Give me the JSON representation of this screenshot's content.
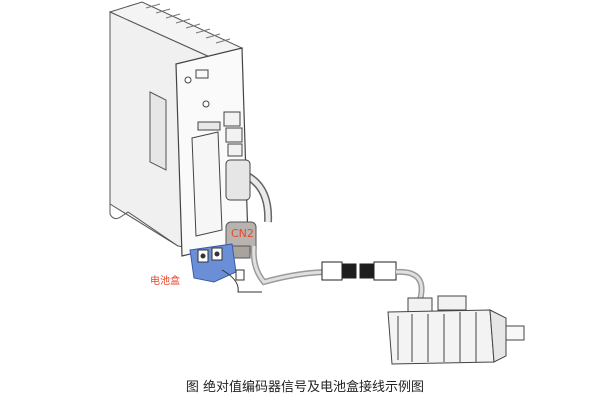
{
  "labels": {
    "battery_box": "电池盒",
    "cn2": "CN2"
  },
  "caption": "图 绝对值编码器信号及电池盒接线示例图",
  "colors": {
    "label_red": "#e8462a",
    "battery_blue": "#6b8fd6",
    "cn2_plug": "#b9b3b0",
    "cable": "#9a9a9a"
  }
}
